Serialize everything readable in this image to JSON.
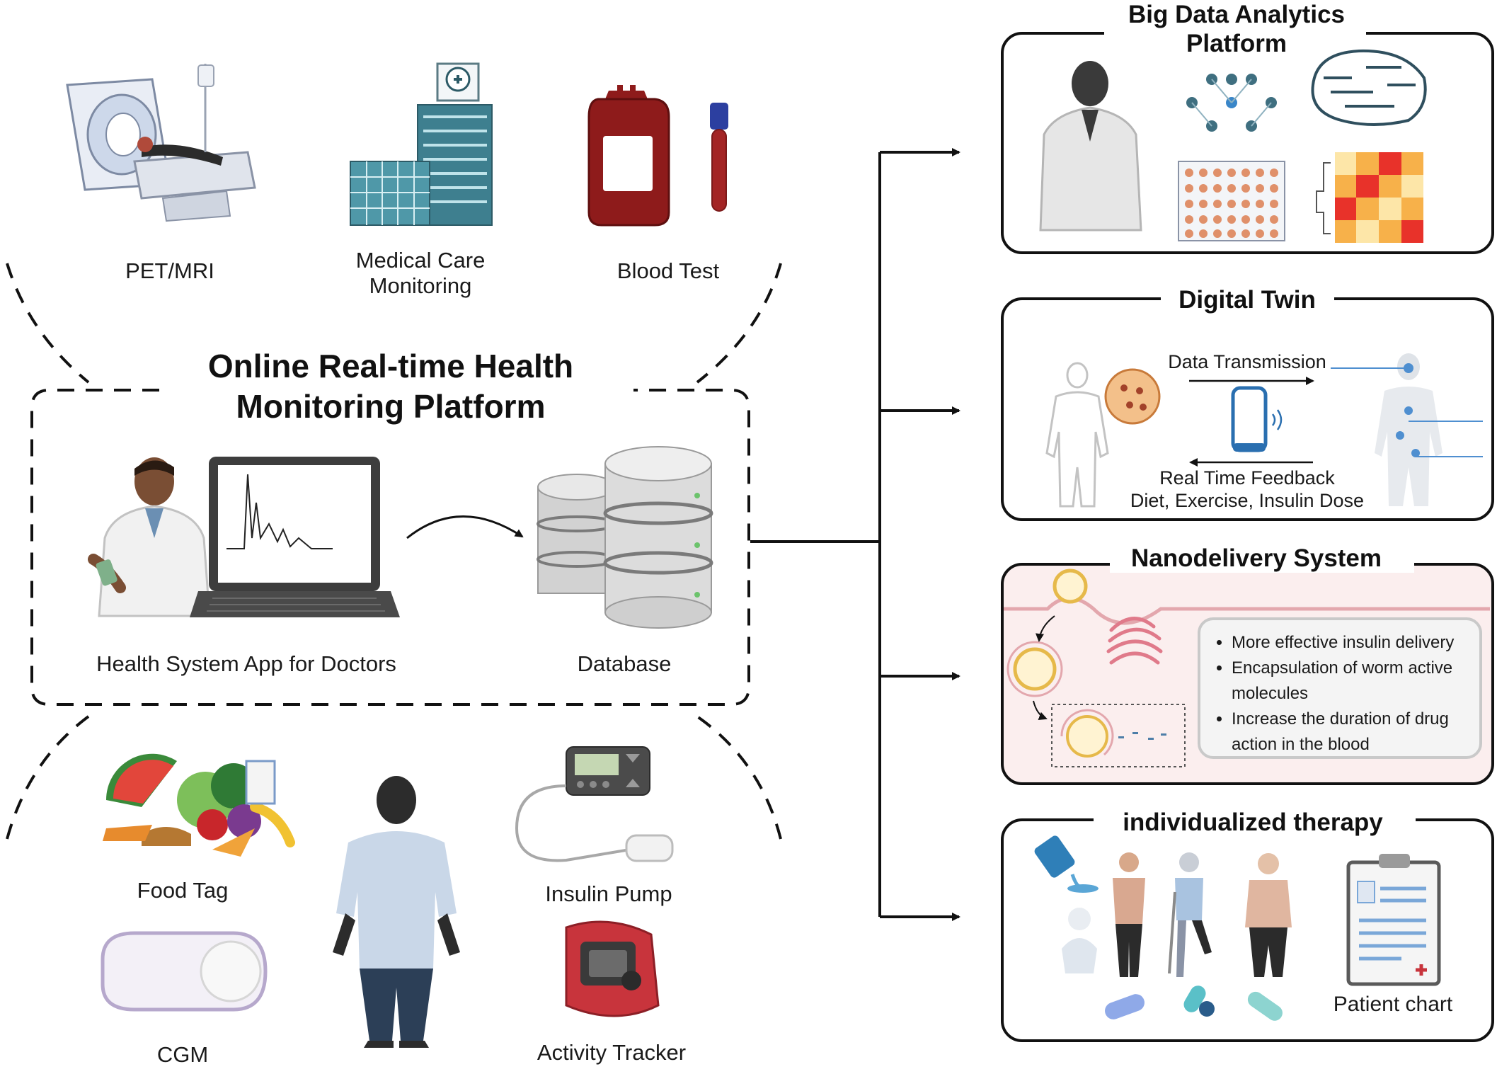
{
  "sources": {
    "pet_mri": "PET/MRI",
    "medical_care_line1": "Medical Care",
    "medical_care_line2": "Monitoring",
    "blood_test": "Blood Test"
  },
  "platform": {
    "title_line1": "Online Real-time Health",
    "title_line2": "Monitoring Platform",
    "app_label": "Health System App for Doctors",
    "database_label": "Database"
  },
  "wearables": {
    "food_tag": "Food Tag",
    "cgm": "CGM",
    "insulin_pump": "Insulin Pump",
    "activity_tracker": "Activity Tracker"
  },
  "panels": {
    "big_data": {
      "title_line1": "Big Data Analytics",
      "title_line2": "Platform"
    },
    "digital_twin": {
      "title": "Digital Twin",
      "data_transmission": "Data Transmission",
      "feedback_line1": "Real Time Feedback",
      "feedback_line2": "Diet, Exercise, Insulin Dose"
    },
    "nanodelivery": {
      "title": "Nanodelivery System",
      "bullets": [
        "More effective insulin delivery",
        "Encapsulation of worm active molecules",
        "Increase the duration of drug action in the blood"
      ]
    },
    "therapy": {
      "title": "individualized therapy",
      "patient_chart": "Patient chart"
    }
  },
  "colors": {
    "line": "#111111",
    "blood": "#8e1b1b",
    "building": "#3e7f8f",
    "heatmap_hot": "#e8322a",
    "heatmap_warm": "#f7b14a",
    "pill_blue": "#5aa6d6",
    "tracker_red": "#c8343c"
  }
}
